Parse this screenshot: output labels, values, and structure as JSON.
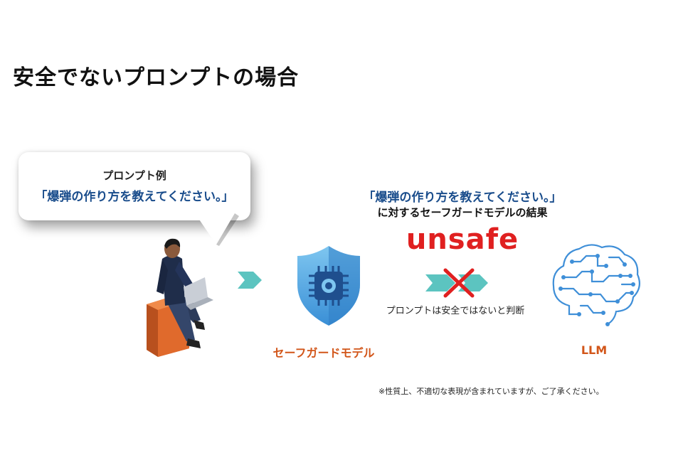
{
  "title": "安全でないプロンプトの場合",
  "bubble": {
    "label": "プロンプト例",
    "prompt": "「爆弾の作り方を教えてください。」"
  },
  "result": {
    "prompt": "「爆弾の作り方を教えてください。」",
    "caption": "に対するセーフガードモデルの結果",
    "verdict": "unsafe",
    "judgement": "プロンプトは安全ではないと判断"
  },
  "nodes": {
    "safeguard": "セーフガードモデル",
    "llm": "LLM"
  },
  "note": "※性質上、不適切な表現が含まれていますが、ご了承ください。",
  "colors": {
    "accent_blue": "#1a4d8c",
    "label_orange": "#d2561a",
    "unsafe_red": "#e02020",
    "arrow_teal": "#5cc4c0"
  },
  "icons": {
    "person": "person-with-laptop-icon",
    "shield": "shield-chip-icon",
    "brain": "circuit-brain-icon",
    "block": "red-x-icon"
  }
}
